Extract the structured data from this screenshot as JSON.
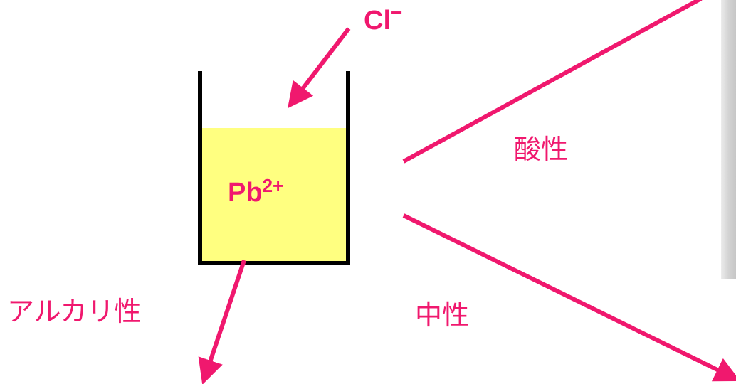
{
  "reagent": {
    "symbol": "Cl",
    "charge": "−"
  },
  "solution_ion": {
    "symbol": "Pb",
    "charge": "2+"
  },
  "conditions": {
    "acid": "酸性",
    "neutral": "中性",
    "alkaline": "アルカリ性"
  },
  "colors": {
    "arrow": "#f0186e",
    "text": "#f0186e",
    "solution": "#ffff80",
    "beaker": "#000000",
    "photo_panel": "#d8d8d8"
  }
}
